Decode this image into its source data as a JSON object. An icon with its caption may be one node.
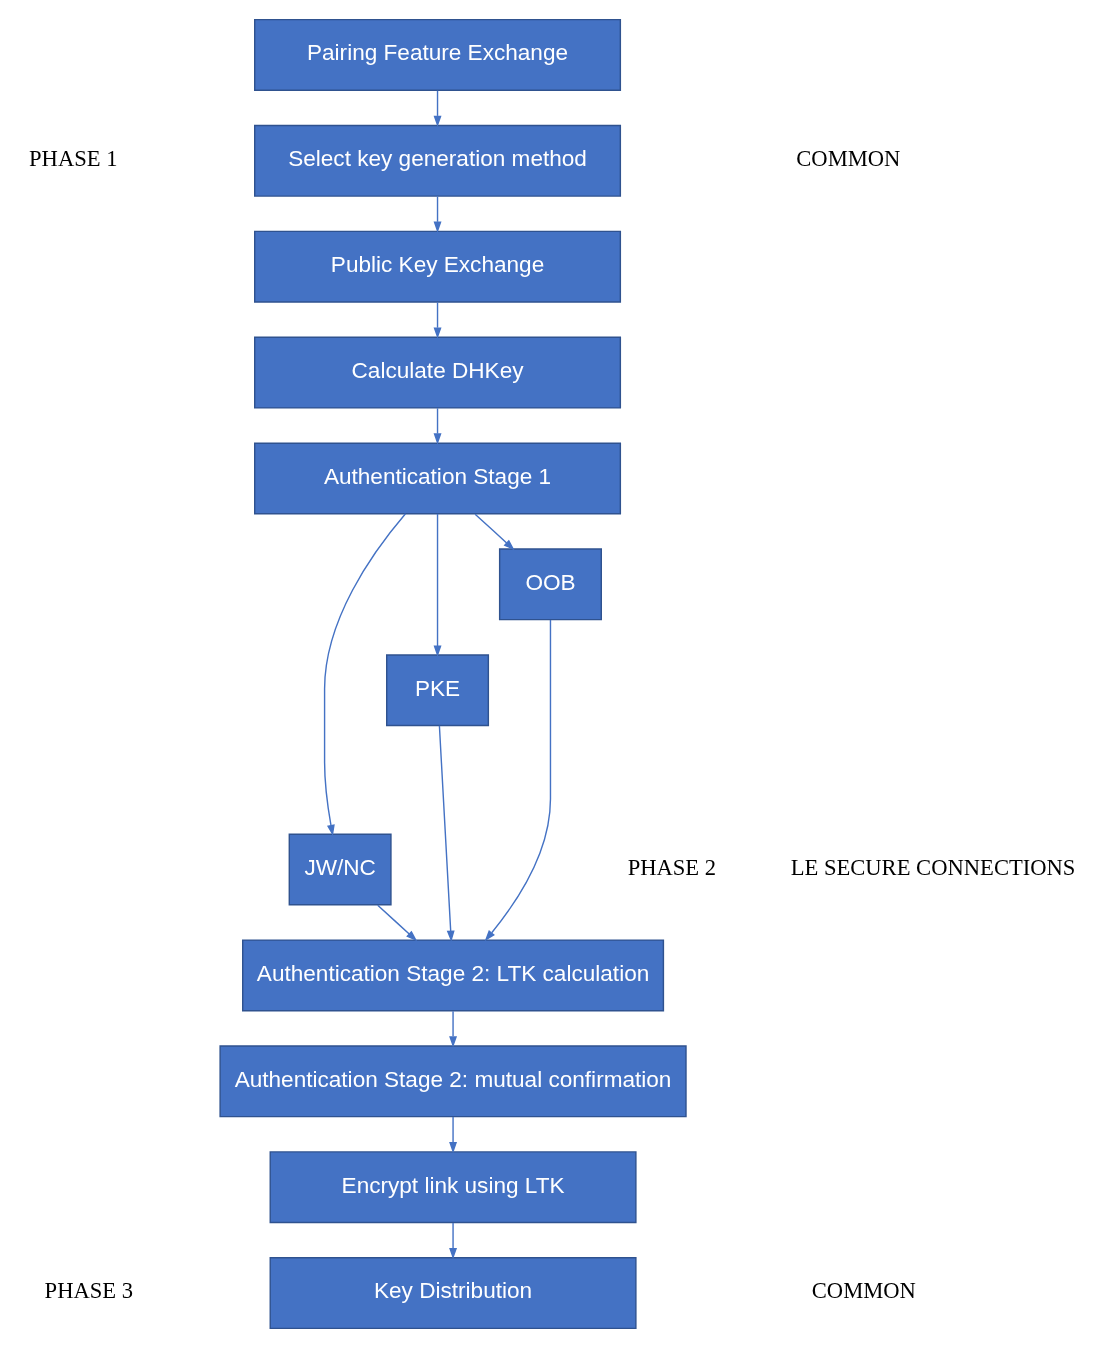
{
  "diagram": {
    "nodes": [
      {
        "text": [
          "Pairing Feature Exchange"
        ]
      },
      {
        "text": [
          "Select key generation method"
        ]
      },
      {
        "text": [
          "Public Key Exchange"
        ]
      },
      {
        "text": [
          "Calculate DHKey"
        ]
      },
      {
        "text": [
          "Authentication Stage 1"
        ]
      },
      {
        "text": [
          "JW/NC"
        ]
      },
      {
        "text": [
          "PKE"
        ]
      },
      {
        "text": [
          "OOB"
        ]
      },
      {
        "text": [
          "Authentication Stage 2: LTK calculation"
        ]
      },
      {
        "text": [
          "Authentication Stage 2: mutual confirmation"
        ]
      },
      {
        "text": [
          "Encrypt link using LTK"
        ]
      },
      {
        "text": [
          "Key Distribution"
        ]
      }
    ],
    "edges": [
      {
        "from": 0,
        "to": 1,
        "arrow": "to"
      },
      {
        "from": 1,
        "to": 2,
        "arrow": "to"
      },
      {
        "from": 2,
        "to": 3,
        "arrow": "to"
      },
      {
        "from": 3,
        "to": 4,
        "arrow": "to"
      },
      {
        "from": 4,
        "to": 5,
        "arrow": "to"
      },
      {
        "from": 4,
        "to": 6,
        "arrow": "to"
      },
      {
        "from": 4,
        "to": 7,
        "arrow": "to"
      },
      {
        "from": 5,
        "to": 8,
        "arrow": "to"
      },
      {
        "from": 6,
        "to": 8,
        "arrow": "to"
      },
      {
        "from": 7,
        "to": 8,
        "arrow": "to"
      },
      {
        "from": 8,
        "to": 9,
        "arrow": "to"
      },
      {
        "from": 9,
        "to": 10,
        "arrow": "to"
      },
      {
        "from": 10,
        "to": 11,
        "arrow": "to"
      }
    ],
    "labels": [
      "PHASE 1",
      "COMMON",
      "PHASE 2",
      "LE SECURE CONNECTIONS",
      "PHASE 3",
      "COMMON"
    ]
  }
}
